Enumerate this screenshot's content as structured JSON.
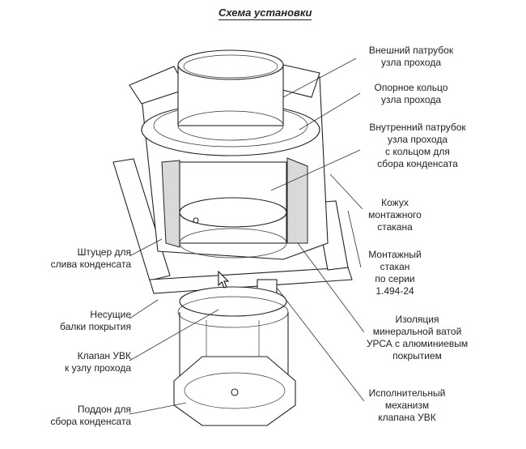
{
  "title": "Схема установки",
  "labels": {
    "outer_pipe": [
      "Внешний патрубок",
      "узла прохода"
    ],
    "support_ring": [
      "Опорное кольцо",
      "узла прохода"
    ],
    "inner_pipe": [
      "Внутренний патрубок",
      "узла прохода",
      "с кольцом для",
      "сбора конденсата"
    ],
    "casing": [
      "Кожух",
      "монтажного",
      "стакана"
    ],
    "mount_glass": [
      "Монтажный",
      "стакан",
      "по серии",
      "1.494-24"
    ],
    "insulation": [
      "Изоляция",
      "минеральной ватой",
      "УРСА с алюминиевым",
      "покрытием"
    ],
    "actuator": [
      "Исполнительный",
      "механизм",
      "клапана УВК"
    ],
    "drain_fitting": [
      "Штуцер для",
      "слива конденсата"
    ],
    "beams": [
      "Несущие",
      "балки покрытия"
    ],
    "valve": [
      "Клапан УВК",
      "к узлу прохода"
    ],
    "tray": [
      "Поддон для",
      "сбора конденсата"
    ]
  }
}
